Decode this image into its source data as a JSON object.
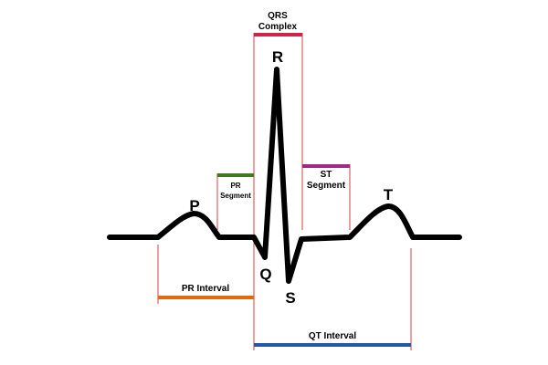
{
  "diagram": {
    "waves": {
      "p": "P",
      "q": "Q",
      "r": "R",
      "s": "S",
      "t": "T"
    },
    "segments": {
      "qrs": {
        "line1": "QRS",
        "line2": "Complex",
        "color": "#d0234a"
      },
      "pr": {
        "line1": "PR",
        "line2": "Segment",
        "color": "#3f7a1f"
      },
      "st": {
        "line1": "ST",
        "line2": "Segment",
        "color": "#9e2a86"
      }
    },
    "intervals": {
      "pr": {
        "label": "PR Interval",
        "color": "#e06a10"
      },
      "qt": {
        "label": "QT Interval",
        "color": "#2357a8"
      }
    },
    "colors": {
      "trace": "#000000",
      "guides": "#d04040"
    }
  }
}
